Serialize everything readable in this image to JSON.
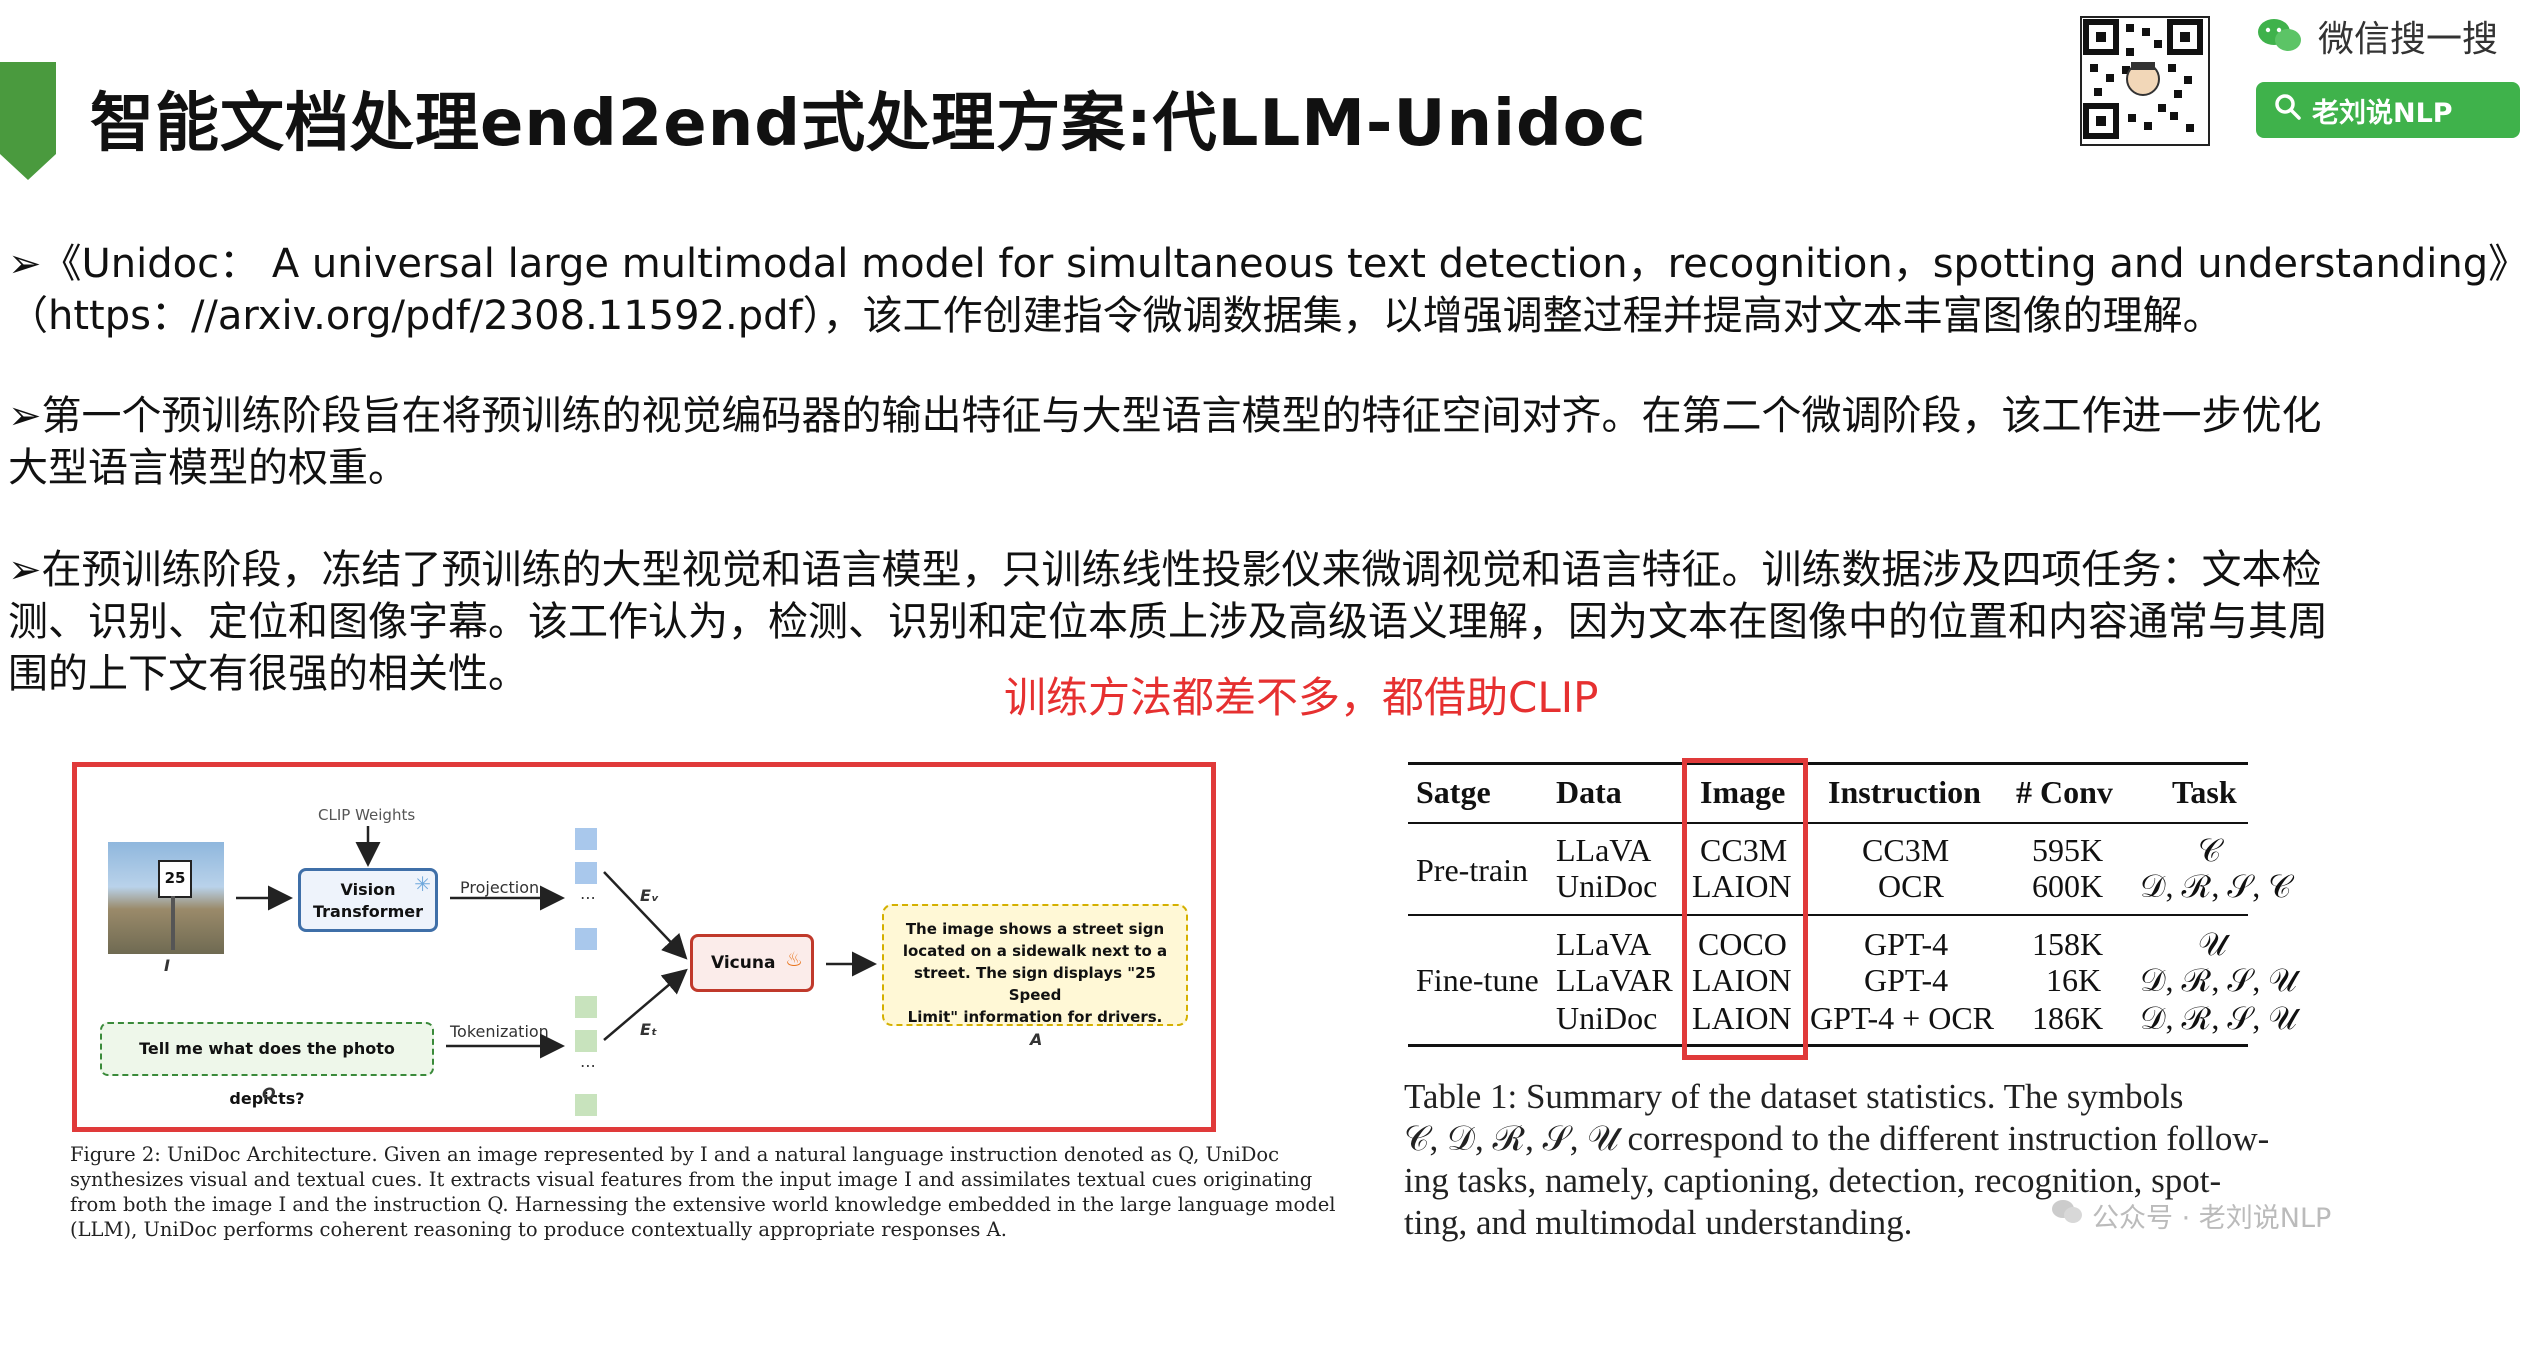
{
  "header": {
    "title": "智能文档处理end2end式处理方案:代LLM-Unidoc",
    "wechat_search_label": "微信搜一搜",
    "search_button_label": "老刘说NLP",
    "qr_code_icon": "qr-code-icon",
    "accent_color": "#4a9a3e"
  },
  "body": {
    "para1_line1": "➢《Unidoc： A universal large multimodal model for simultaneous text detection，recognition，spotting and understanding》",
    "para1_line2": "（https：//arxiv.org/pdf/2308.11592.pdf），该工作创建指令微调数据集，以增强调整过程并提高对文本丰富图像的理解。",
    "para2_line1": "➢第一个预训练阶段旨在将预训练的视觉编码器的输出特征与大型语言模型的特征空间对齐。在第二个微调阶段，该工作进一步优化",
    "para2_line2": "大型语言模型的权重。",
    "para3_line1": "➢在预训练阶段，冻结了预训练的大型视觉和语言模型，只训练线性投影仪来微调视觉和语言特征。训练数据涉及四项任务：文本检",
    "para3_line2": "测、识别、定位和图像字幕。该工作认为，检测、识别和定位本质上涉及高级语义理解，因为文本在图像中的位置和内容通常与其周",
    "para3_line3": "围的上下文有很强的相关性。",
    "red_note": "训练方法都差不多，都借助CLIP",
    "red_note_color": "#e63030"
  },
  "figure": {
    "clip_weights": "CLIP Weights",
    "vision_transformer_line1": "Vision",
    "vision_transformer_line2": "Transformer",
    "projection": "Projection",
    "tokenization": "Tokenization",
    "ev": "Eᵥ",
    "et": "Eₜ",
    "vicuna": "Vicuna",
    "image_label": "I",
    "question_label": "Q",
    "answer_label": "A",
    "sign_text": "25",
    "question_text": "Tell me what does the photo depicts?",
    "answer_line1": "The image shows a street sign",
    "answer_line2": "located on a sidewalk next to a",
    "answer_line3": "street. The sign displays \"25 Speed",
    "answer_line4": "Limit\" information for drivers.",
    "caption_line1": "Figure 2: UniDoc Architecture. Given an image represented by I and a natural language instruction denoted as Q, UniDoc",
    "caption_line2": "synthesizes visual and textual cues. It extracts visual features from the input image I and assimilates textual cues originating",
    "caption_line3": "from both the image I and the instruction Q. Harnessing the extensive world knowledge embedded in the large language model",
    "caption_line4": "(LLM), UniDoc performs coherent reasoning to produce contextually appropriate responses A.",
    "frame_color": "#e03a3a"
  },
  "table": {
    "headers": [
      "Satge",
      "Data",
      "Image",
      "Instruction",
      "# Conv",
      "Task"
    ],
    "pretrain_label": "Pre-train",
    "finetune_label": "Fine-tune",
    "rows": [
      [
        "LLaVA",
        "CC3M",
        "CC3M",
        "595K",
        "𝒞"
      ],
      [
        "UniDoc",
        "LAION",
        "OCR",
        "600K",
        "𝒟, ℛ, 𝒮, 𝒞"
      ],
      [
        "LLaVA",
        "COCO",
        "GPT-4",
        "158K",
        "𝒰"
      ],
      [
        "LLaVAR",
        "LAION",
        "GPT-4",
        "16K",
        "𝒟, ℛ, 𝒮, 𝒰"
      ],
      [
        "UniDoc",
        "LAION",
        "GPT-4 + OCR",
        "186K",
        "𝒟, ℛ, 𝒮, 𝒰"
      ]
    ],
    "caption_line1": "Table 1: Summary of the dataset statistics. The symbols",
    "caption_line2": "𝒞, 𝒟, ℛ, 𝒮, 𝒰 correspond to the different instruction follow-",
    "caption_line3": "ing tasks, namely, captioning, detection, recognition, spot-",
    "caption_line4": "ting, and multimodal understanding.",
    "watermark": "公众号 · 老刘说NLP"
  }
}
